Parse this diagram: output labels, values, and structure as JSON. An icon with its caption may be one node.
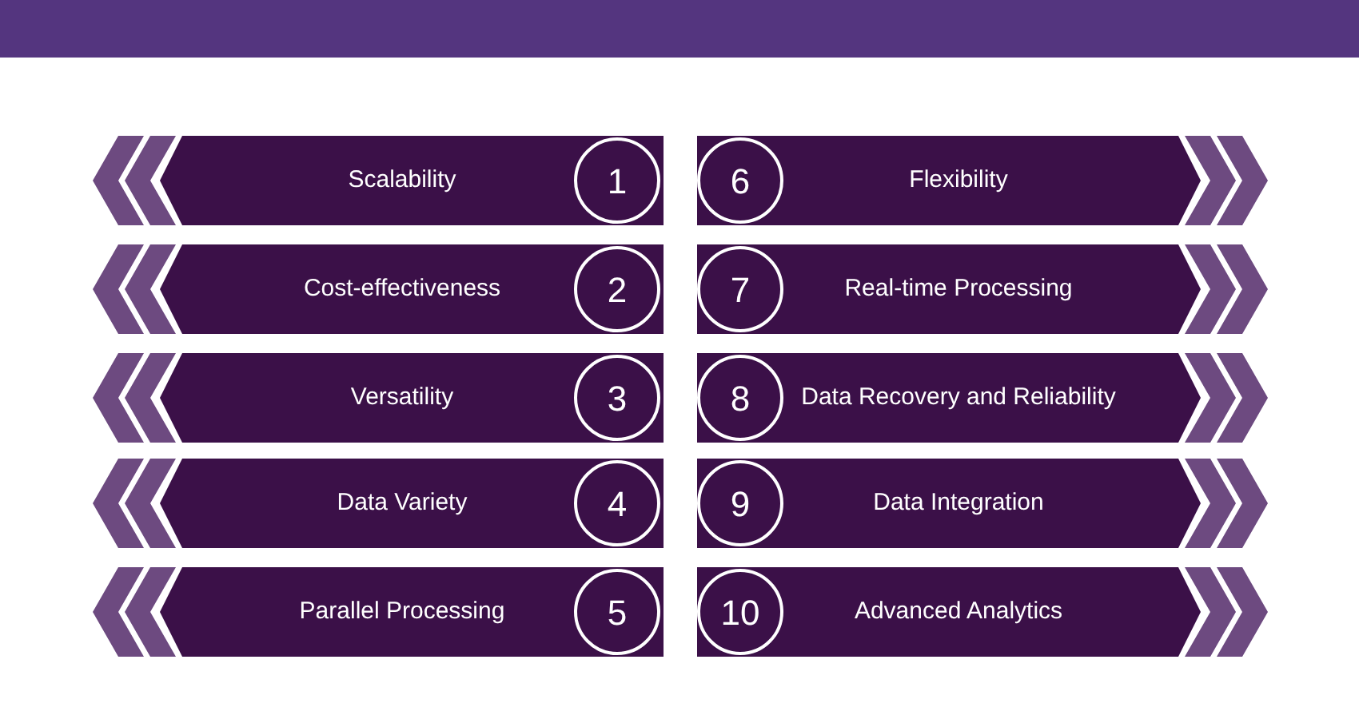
{
  "diagram": {
    "nodes": [
      {
        "text": [
          "Scalability"
        ]
      },
      {
        "text": [
          "1"
        ],
        "in": 0
      },
      {
        "text": [
          "Cost-effectiveness"
        ]
      },
      {
        "text": [
          "2"
        ],
        "in": 2
      },
      {
        "text": [
          "Versatility"
        ]
      },
      {
        "text": [
          "3"
        ],
        "in": 4
      },
      {
        "text": [
          "Data Variety"
        ]
      },
      {
        "text": [
          "4"
        ],
        "in": 6
      },
      {
        "text": [
          "Parallel Processing"
        ]
      },
      {
        "text": [
          "5"
        ],
        "in": 8
      },
      {
        "text": [
          "6"
        ],
        "in": 11
      },
      {
        "text": [
          "Flexibility"
        ]
      },
      {
        "text": [
          "7"
        ],
        "in": 13
      },
      {
        "text": [
          "Real-time Processing"
        ]
      },
      {
        "text": [
          "8"
        ],
        "in": 15
      },
      {
        "text": [
          "Data Recovery and Reliability"
        ]
      },
      {
        "text": [
          "9"
        ],
        "in": 17
      },
      {
        "text": [
          "Data Integration"
        ]
      },
      {
        "text": [
          "10"
        ],
        "in": 19
      },
      {
        "text": [
          "Advanced Analytics"
        ]
      }
    ]
  }
}
